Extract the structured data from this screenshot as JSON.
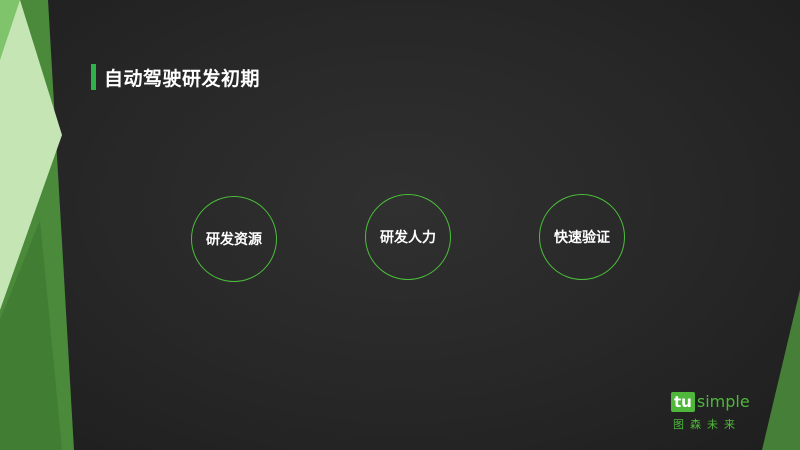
{
  "slide": {
    "title": "自动驾驶研发初期",
    "circles": [
      {
        "label": "研发资源"
      },
      {
        "label": "研发人力"
      },
      {
        "label": "快速验证"
      }
    ]
  },
  "logo": {
    "mark": "tu",
    "word": "simple",
    "chinese": "图森未来"
  },
  "colors": {
    "accent_green": "#2db34a",
    "circle_border": "#4bbf3a",
    "logo_green": "#4fb83b",
    "background": "#272727"
  }
}
